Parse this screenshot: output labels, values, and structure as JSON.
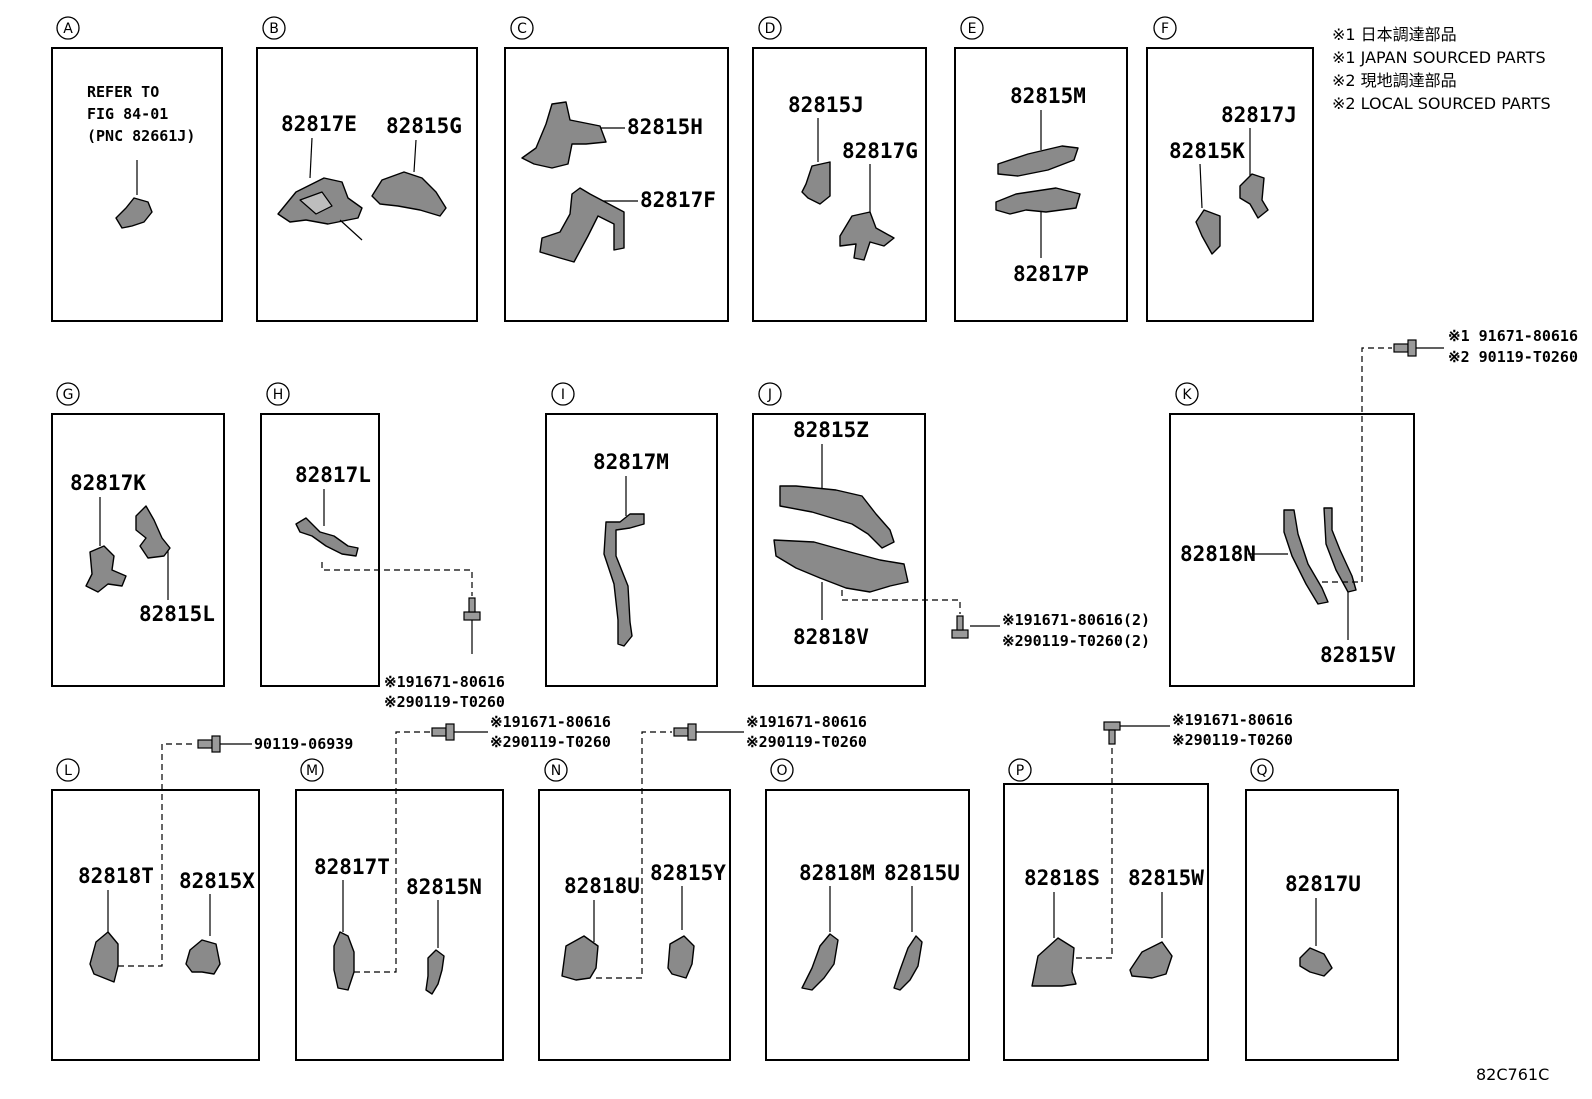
{
  "legend": [
    "※1 日本調達部品",
    "※1 JAPAN SOURCED PARTS",
    "※2 現地調達部品",
    "※2 LOCAL SOURCED PARTS"
  ],
  "panels": {
    "A": {
      "letter": "A",
      "note": [
        "REFER TO",
        "FIG 84-01",
        "(PNC 82661J)"
      ]
    },
    "B": {
      "letter": "B",
      "parts": [
        "82817E",
        "82815G"
      ]
    },
    "C": {
      "letter": "C",
      "parts": [
        "82815H",
        "82817F"
      ]
    },
    "D": {
      "letter": "D",
      "parts": [
        "82815J",
        "82817G"
      ]
    },
    "E": {
      "letter": "E",
      "parts": [
        "82815M",
        "82817P"
      ]
    },
    "F": {
      "letter": "F",
      "parts": [
        "82817J",
        "82815K"
      ]
    },
    "G": {
      "letter": "G",
      "parts": [
        "82817K",
        "82815L"
      ]
    },
    "H": {
      "letter": "H",
      "parts": [
        "82817L"
      ]
    },
    "I": {
      "letter": "I",
      "parts": [
        "82817M"
      ]
    },
    "J": {
      "letter": "J",
      "parts": [
        "82815Z",
        "82818V"
      ]
    },
    "K": {
      "letter": "K",
      "parts": [
        "82818N",
        "82815V"
      ]
    },
    "L": {
      "letter": "L",
      "parts": [
        "82818T",
        "82815X"
      ]
    },
    "M": {
      "letter": "M",
      "parts": [
        "82817T",
        "82815N"
      ]
    },
    "N": {
      "letter": "N",
      "parts": [
        "82818U",
        "82815Y"
      ]
    },
    "O": {
      "letter": "O",
      "parts": [
        "82818M",
        "82815U"
      ]
    },
    "P": {
      "letter": "P",
      "parts": [
        "82818S",
        "82815W"
      ]
    },
    "Q": {
      "letter": "Q",
      "parts": [
        "82817U"
      ]
    }
  },
  "fasteners": {
    "K_top": [
      "※1 91671-80616",
      "※2 90119-T0260"
    ],
    "H": [
      "※191671-80616",
      "※290119-T0260"
    ],
    "J": [
      "※191671-80616(2)",
      "※290119-T0260(2)"
    ],
    "L": [
      "90119-06939"
    ],
    "M": [
      "※191671-80616",
      "※290119-T0260"
    ],
    "N": [
      "※191671-80616",
      "※290119-T0260"
    ],
    "P": [
      "※191671-80616",
      "※290119-T0260"
    ]
  },
  "figure_code": "82C761C"
}
